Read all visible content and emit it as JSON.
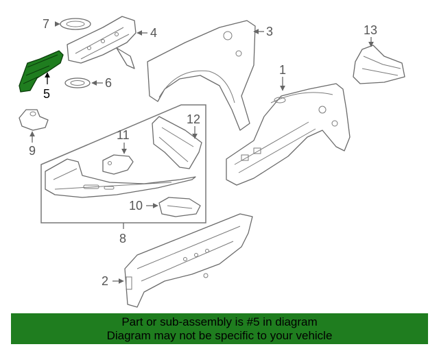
{
  "callouts": {
    "c1": "1",
    "c2": "2",
    "c3": "3",
    "c4": "4",
    "c5": "5",
    "c6": "6",
    "c7": "7",
    "c8": "8",
    "c9": "9",
    "c10": "10",
    "c11": "11",
    "c12": "12",
    "c13": "13"
  },
  "highlight_color": "#1f7d1f",
  "banner": {
    "line1": "Part or sub-assembly is #5 in diagram",
    "line2": "Diagram may not be specific to your vehicle"
  }
}
